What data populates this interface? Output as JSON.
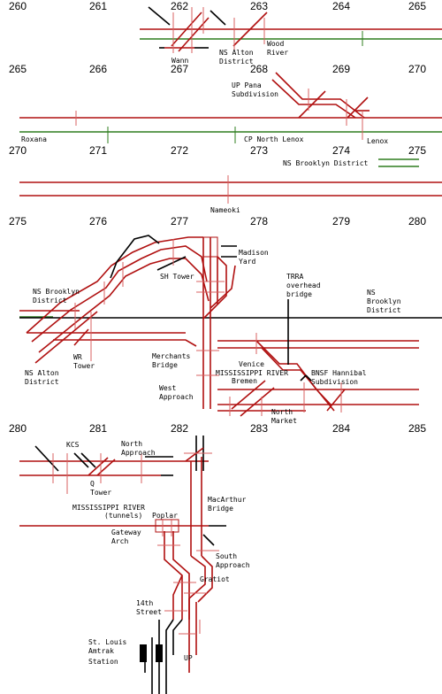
{
  "mileposts": {
    "r1": [
      "260",
      "261",
      "262",
      "263",
      "264",
      "265"
    ],
    "r2": [
      "265",
      "266",
      "267",
      "268",
      "269",
      "270"
    ],
    "r3": [
      "270",
      "271",
      "272",
      "273",
      "274",
      "275"
    ],
    "r4": [
      "275",
      "276",
      "277",
      "278",
      "279",
      "280"
    ],
    "r5": [
      "280",
      "281",
      "282",
      "283",
      "284",
      "285"
    ]
  },
  "labels": {
    "wann": "Wann",
    "ns_alton_district_1": "NS Alton",
    "ns_alton_district_2": "District",
    "wood_river_1": "Wood",
    "wood_river_2": "River",
    "up_pana_1": "UP Pana",
    "up_pana_2": "Subdivision",
    "roxana": "Roxana",
    "cp_north_lenox": "CP North Lenox",
    "lenox": "Lenox",
    "ns_brooklyn_district_r3": "NS Brooklyn District",
    "nameoki": "Nameoki",
    "madison_yard_1": "Madison",
    "madison_yard_2": "Yard",
    "sh_tower": "SH Tower",
    "trra_1": "TRRA",
    "trra_2": "overhead",
    "trra_3": "bridge",
    "ns_brooklyn_r4_1": "NS Brooklyn",
    "ns_brooklyn_r4_2": "District",
    "ns_r4e_1": "NS",
    "ns_r4e_2": "Brooklyn",
    "ns_r4e_3": "District",
    "ns_alton_r4_1": "NS Alton",
    "ns_alton_r4_2": "District",
    "wr_tower_1": "WR",
    "wr_tower_2": "Tower",
    "merchants_1": "Merchants",
    "merchants_2": "Bridge",
    "venice": "Venice",
    "mississippi_r4": "MISSISSIPPI RIVER",
    "bremen": "Bremen",
    "bnsf_1": "BNSF Hannibal",
    "bnsf_2": "Subdivision",
    "west_approach_1": "West",
    "west_approach_2": "Approach",
    "north_market_1": "North",
    "north_market_2": "Market",
    "kcs": "KCS",
    "north_approach_1": "North",
    "north_approach_2": "Approach",
    "q_tower_1": "Q",
    "q_tower_2": "Tower",
    "macarthur_1": "MacArthur",
    "macarthur_2": "Bridge",
    "mississippi_r5": "MISSISSIPPI RIVER",
    "tunnels": "(tunnels)",
    "poplar": "Poplar",
    "gateway_1": "Gateway",
    "gateway_2": "Arch",
    "south_approach_1": "South",
    "south_approach_2": "Approach",
    "gratiot": "Gratiot",
    "fourteenth_1": "14th",
    "fourteenth_2": "Street",
    "amtrak_1": "St. Louis",
    "amtrak_2": "Amtrak",
    "amtrak_3": "Station",
    "up": "UP"
  },
  "colors": {
    "mainline": "#b01010",
    "other_railroad": "#2e7d1e",
    "connecting_track": "#000000",
    "milepost_tick": "#d86060"
  }
}
